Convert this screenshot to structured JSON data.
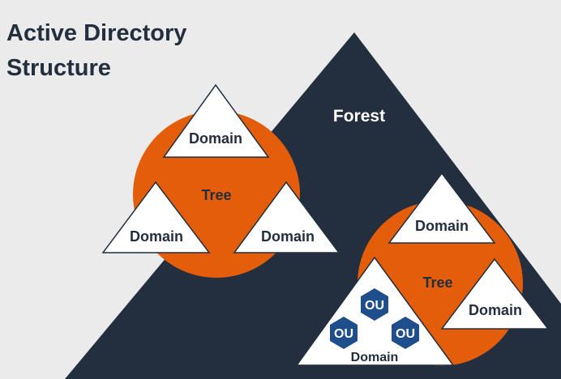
{
  "title": {
    "line1": "Active Directory",
    "line2": "Structure"
  },
  "forest": {
    "label": "Forest",
    "color": "#232f3e"
  },
  "trees": [
    {
      "label": "Tree",
      "color": "#e35d0a",
      "domains": [
        "Domain",
        "Domain",
        "Domain"
      ]
    },
    {
      "label": "Tree",
      "color": "#e35d0a",
      "domains": [
        "Domain",
        "Domain",
        "Domain"
      ],
      "organizational_units": [
        "OU",
        "OU",
        "OU"
      ]
    }
  ],
  "colors": {
    "background": "#ebebeb",
    "domain_fill": "#ffffff",
    "outline": "#232f3e",
    "ou_fill": "#1f4e8c",
    "label_dark": "#232f3e",
    "label_light": "#ffffff"
  }
}
